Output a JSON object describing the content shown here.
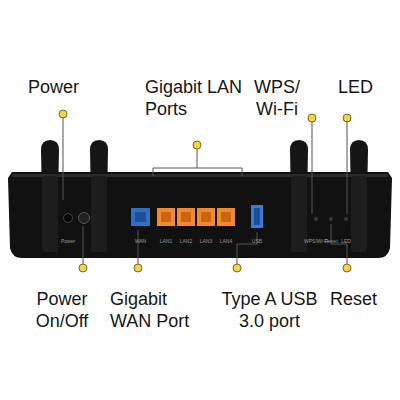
{
  "diagram": {
    "labels": [
      "Power",
      "Gigabit LAN Ports",
      "WPS/ Wi-Fi",
      "LED",
      "Power",
      "WAN",
      "LAN1",
      "LAN2",
      "LAN3",
      "LAN4",
      "USB",
      "WPS/Wi-Fi",
      "Reset",
      "LED",
      "Power On/Off",
      "Gigabit WAN Port",
      "Type A USB 3.0 port",
      "Reset"
    ]
  }
}
